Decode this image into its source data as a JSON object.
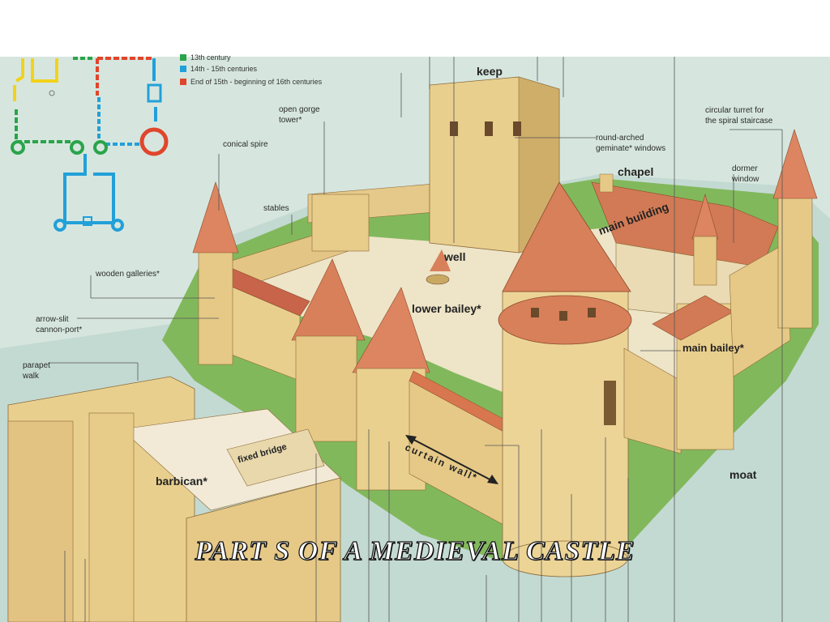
{
  "title": "PART S OF A MEDIEVAL CASTLE",
  "legend": [
    {
      "text": "13th century",
      "color": "#2aa44a"
    },
    {
      "text": "14th - 15th centuries",
      "color": "#22a0d8"
    },
    {
      "text": "End of 15th - beginning of 16th centuries",
      "color": "#e0462c"
    }
  ],
  "labels": {
    "keep": "keep",
    "open_gorge_tower_1": "open gorge",
    "open_gorge_tower_2": "tower*",
    "conical_spire": "conical spire",
    "round_arched_1": "round-arched",
    "round_arched_2": "geminate* windows",
    "circular_turret_1": "circular turret for",
    "circular_turret_2": "the spiral staircase",
    "chapel": "chapel",
    "dormer_1": "dormer",
    "dormer_2": "window",
    "stables": "stables",
    "main_building": "main building",
    "wooden_galleries": "wooden galleries*",
    "well": "well",
    "lower_bailey": "lower bailey*",
    "arrow_slit_1": "arrow-slit",
    "arrow_slit_2": "cannon-port*",
    "main_bailey": "main bailey*",
    "parapet_1": "parapet",
    "parapet_2": "walk",
    "fixed_bridge": "fixed bridge",
    "curtain_wall": "curtain wall*",
    "barbican": "barbican*",
    "moat": "moat"
  },
  "colors": {
    "stone": "#e9cf8e",
    "stone_dark": "#c9a862",
    "roof": "#d9805a",
    "roof_dark": "#b85f3c",
    "grass": "#7fb65a",
    "water": "#bfd8d0",
    "plan_green": "#2aa44a",
    "plan_blue": "#22a0d8",
    "plan_red": "#e0462c",
    "plan_yellow": "#f2d21a"
  }
}
